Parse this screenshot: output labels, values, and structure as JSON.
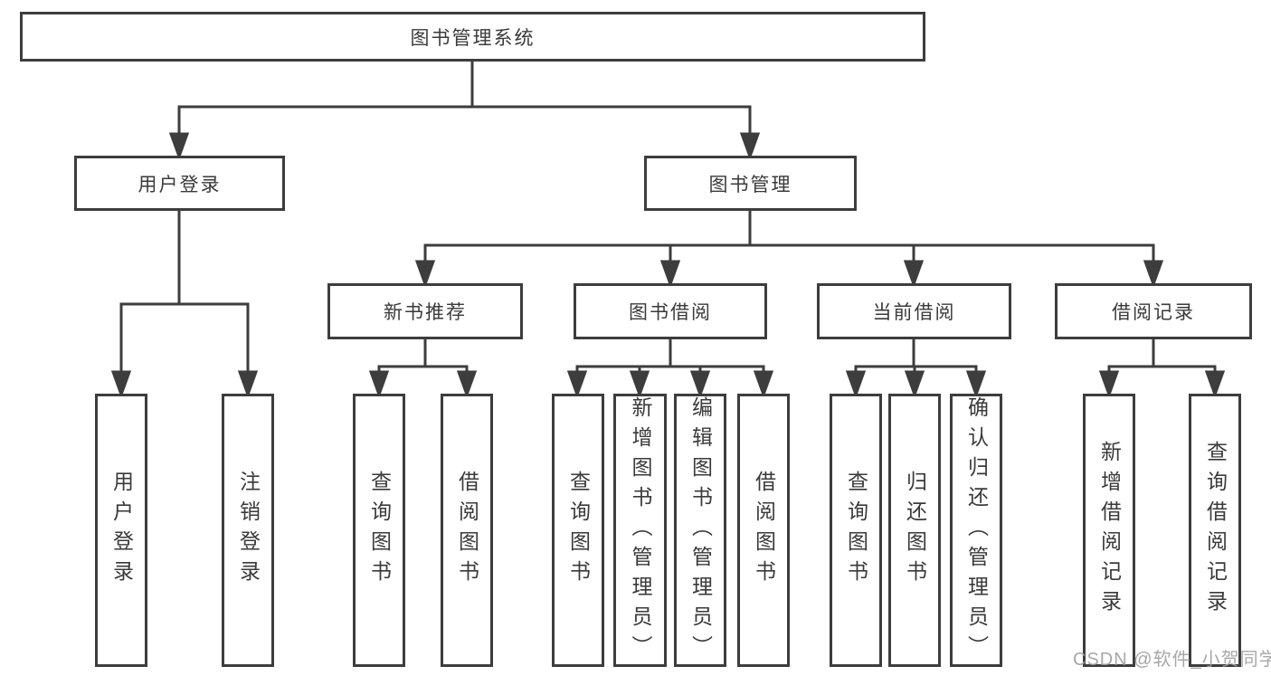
{
  "diagram": {
    "kind": "hierarchy-diagram",
    "colors": {
      "line": "#3d3d3d",
      "box_border": "#3d3d3d",
      "text": "#3a3a3a",
      "background": "#ffffff",
      "watermark": "#9e9e9e"
    },
    "tree": {
      "label": "图书管理系统",
      "children": [
        {
          "label": "用户登录",
          "children": [
            {
              "label": "用户登录"
            },
            {
              "label": "注销登录"
            }
          ]
        },
        {
          "label": "图书管理",
          "children": [
            {
              "label": "新书推荐",
              "children": [
                {
                  "label": "查询图书"
                },
                {
                  "label": "借阅图书"
                }
              ]
            },
            {
              "label": "图书借阅",
              "children": [
                {
                  "label": "查询图书"
                },
                {
                  "label": "新增图书（管理员）"
                },
                {
                  "label": "编辑图书（管理员）"
                },
                {
                  "label": "借阅图书"
                }
              ]
            },
            {
              "label": "当前借阅",
              "children": [
                {
                  "label": "查询图书"
                },
                {
                  "label": "归还图书"
                },
                {
                  "label": "确认归还（管理员）"
                }
              ]
            },
            {
              "label": "借阅记录",
              "children": [
                {
                  "label": "新增借阅记录"
                },
                {
                  "label": "查询借阅记录"
                }
              ]
            }
          ]
        }
      ]
    },
    "watermark": {
      "text": "CSDN @软件_小贺同学"
    }
  }
}
